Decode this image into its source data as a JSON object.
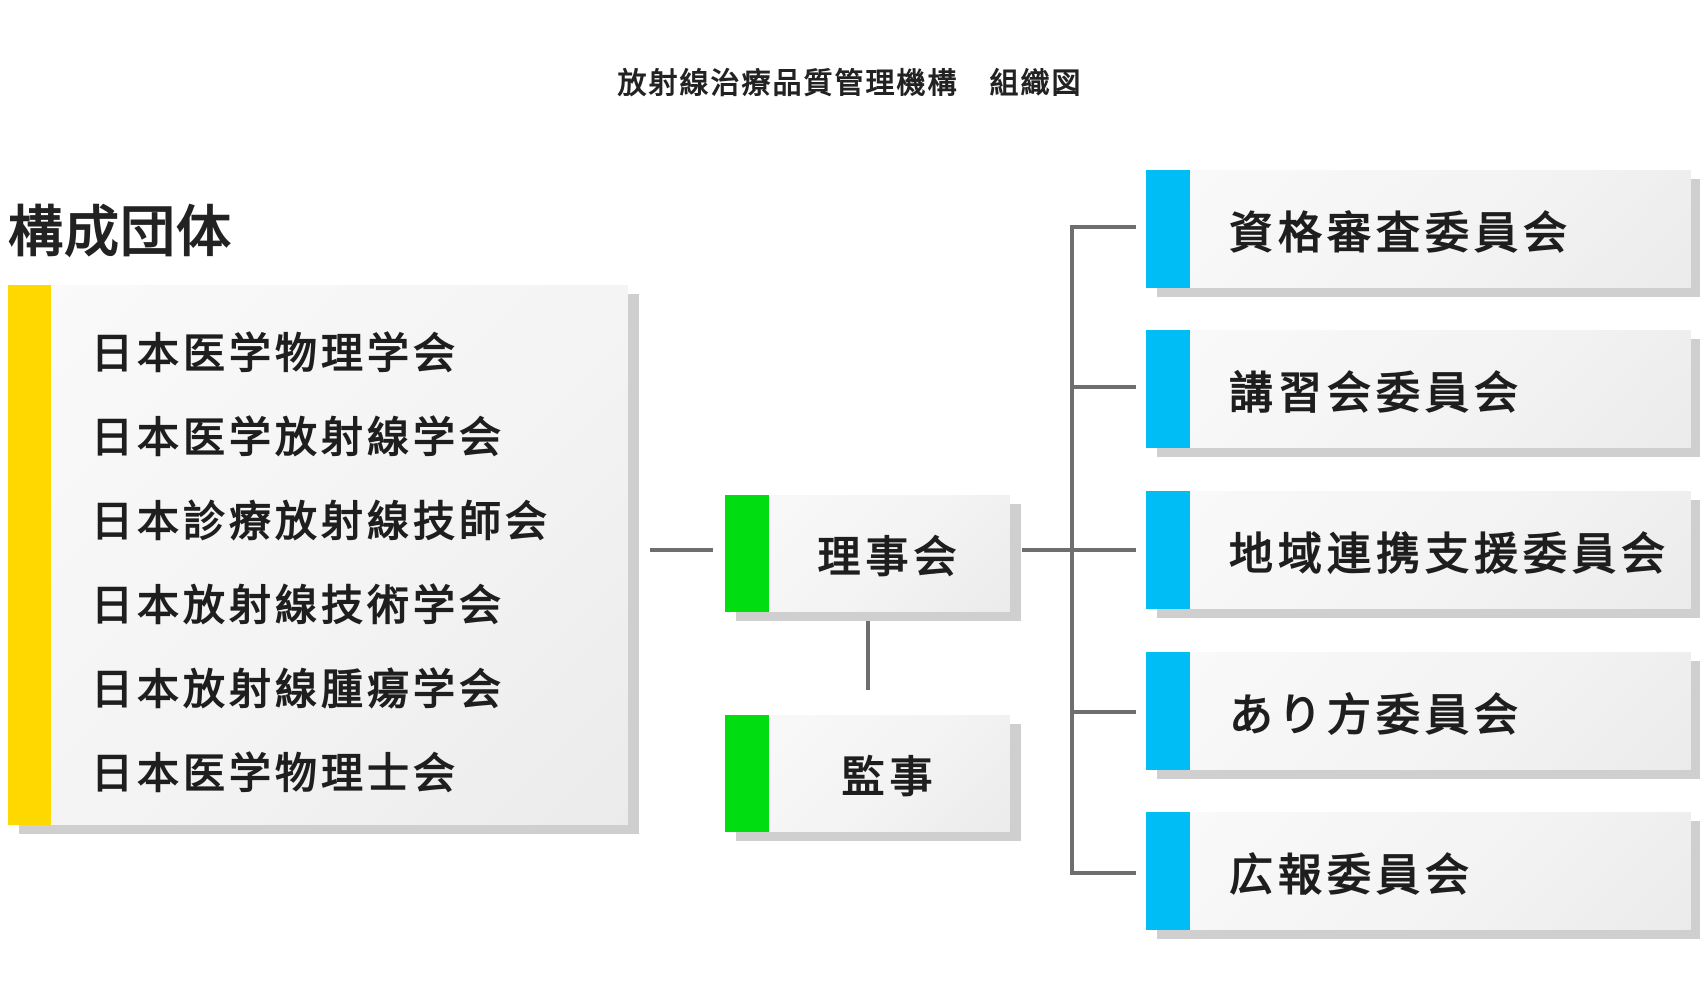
{
  "title": "放射線治療品質管理機構　組織図",
  "members": {
    "heading": "構成団体",
    "items": [
      "日本医学物理学会",
      "日本医学放射線学会",
      "日本診療放射線技師会",
      "日本放射線技術学会",
      "日本放射線腫瘍学会",
      "日本医学物理士会"
    ]
  },
  "board": {
    "label": "理事会"
  },
  "auditor": {
    "label": "監事"
  },
  "committees": [
    {
      "label": "資格審査委員会"
    },
    {
      "label": "講習会委員会"
    },
    {
      "label": "地域連携支援委員会"
    },
    {
      "label": "あり方委員会"
    },
    {
      "label": "広報委員会"
    }
  ],
  "colors": {
    "members_accent": "#ffd800",
    "board_accent": "#00dd11",
    "committee_accent": "#00bdf6",
    "connector": "#6e6e6e",
    "card_shadow": "#cfcfcf"
  }
}
